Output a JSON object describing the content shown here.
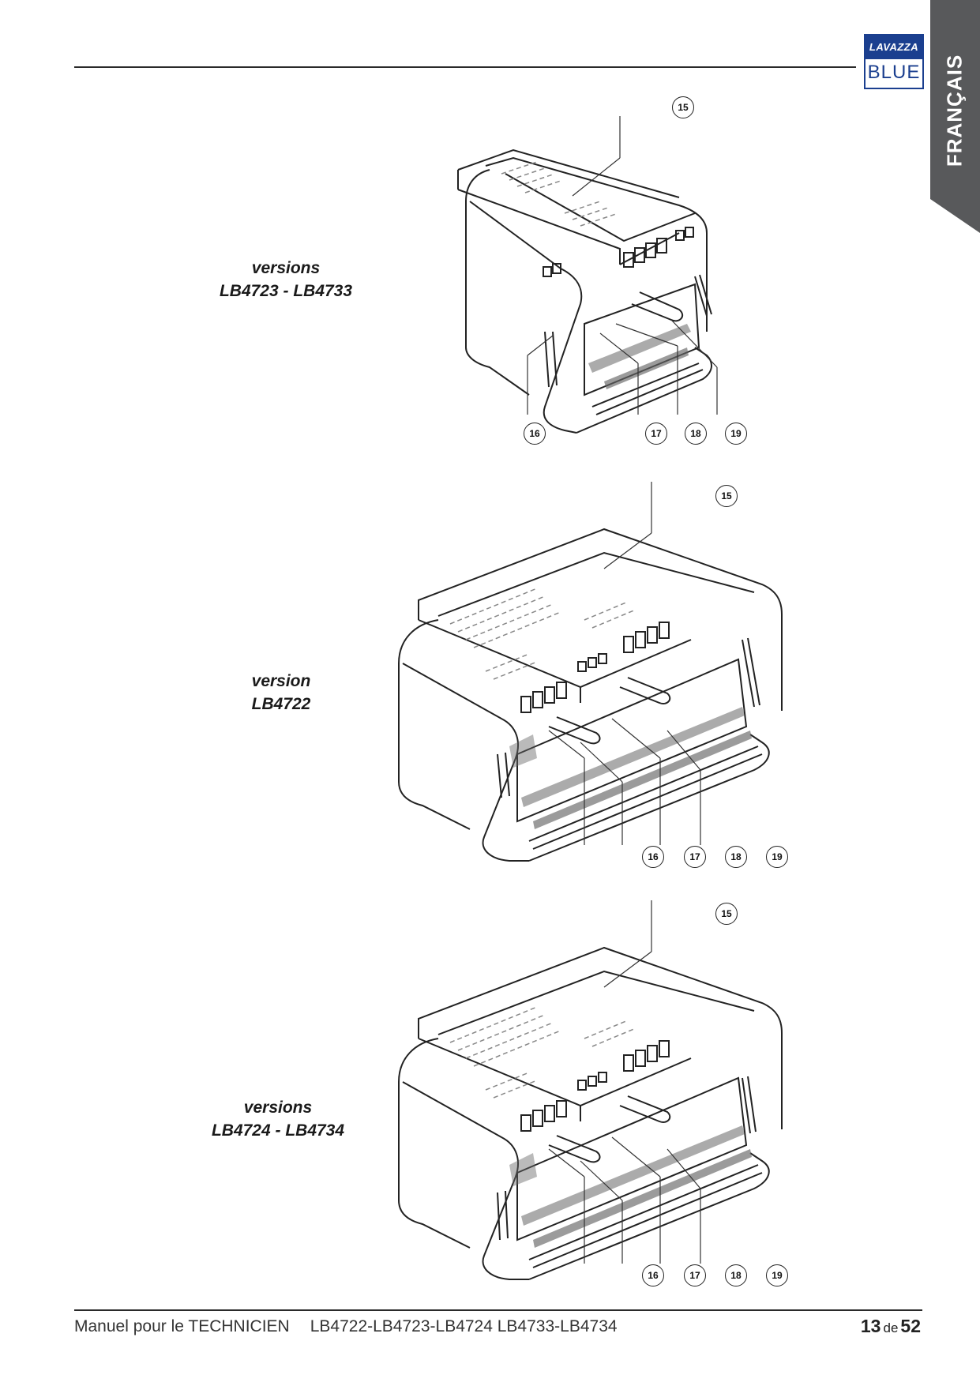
{
  "header": {
    "logo_top": "LAVAZZA",
    "logo_bottom": "BLUE",
    "language_tab": "FRANÇAIS"
  },
  "figures": [
    {
      "label_line1": "versions",
      "label_line2": "LB4723 - LB4733",
      "callouts": [
        "15",
        "16",
        "17",
        "18",
        "19"
      ]
    },
    {
      "label_line1": "version",
      "label_line2": "LB4722",
      "callouts": [
        "15",
        "16",
        "17",
        "18",
        "19"
      ]
    },
    {
      "label_line1": "versions",
      "label_line2": "LB4724 - LB4734",
      "callouts": [
        "15",
        "16",
        "17",
        "18",
        "19"
      ]
    }
  ],
  "footer": {
    "manual_title": "Manuel pour le TECHNICIEN",
    "models": "LB4722-LB4723-LB4724  LB4733-LB4734",
    "page_current": "13",
    "page_sep": "de",
    "page_total": "52"
  },
  "colors": {
    "brand_blue": "#1b3f8f",
    "tab_gray": "#58595b",
    "line": "#2a2a2a"
  }
}
